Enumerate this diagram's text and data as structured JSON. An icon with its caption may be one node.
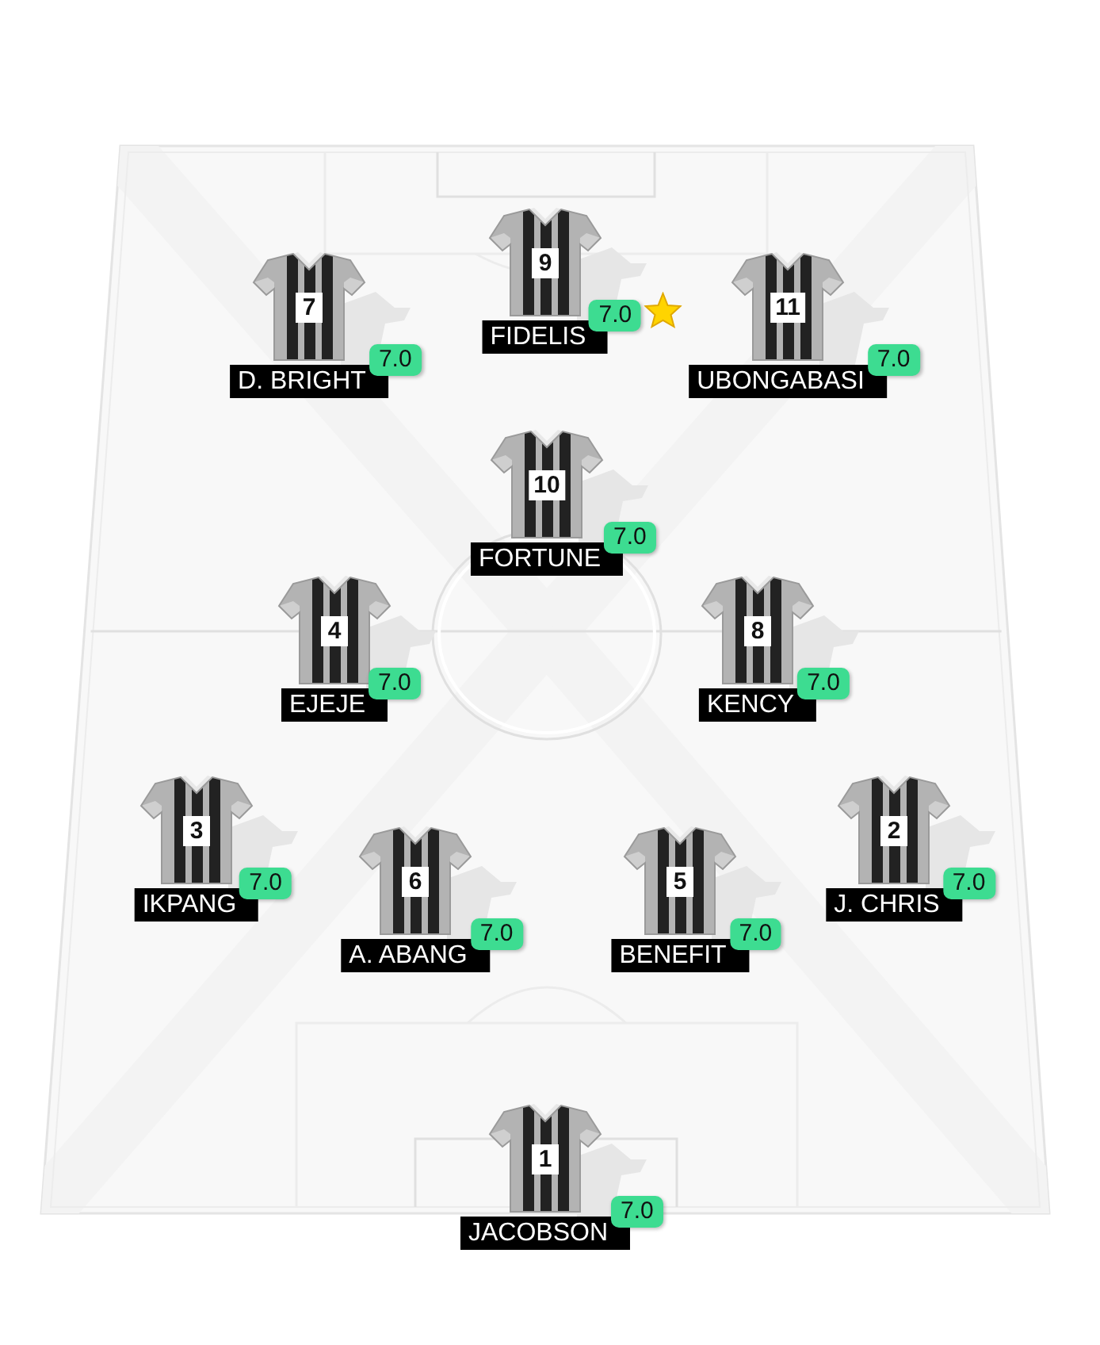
{
  "diagram": {
    "nodes": [
      {
        "text": [
          "7",
          "D. BRIGHT",
          "7.0"
        ]
      },
      {
        "text": [
          "9",
          "FIDELIS",
          "7.0"
        ]
      },
      {
        "text": [
          "11",
          "UBONGABASI",
          "7.0"
        ]
      },
      {
        "text": [
          "10",
          "FORTUNE",
          "7.0"
        ]
      },
      {
        "text": [
          "4",
          "EJEJE",
          "7.0"
        ]
      },
      {
        "text": [
          "8",
          "KENCY",
          "7.0"
        ]
      },
      {
        "text": [
          "3",
          "IKPANG",
          "7.0"
        ]
      },
      {
        "text": [
          "6",
          "A. ABANG",
          "7.0"
        ]
      },
      {
        "text": [
          "5",
          "BENEFIT",
          "7.0"
        ]
      },
      {
        "text": [
          "2",
          "J. CHRIS",
          "7.0"
        ]
      },
      {
        "text": [
          "1",
          "JACOBSON",
          "7.0"
        ]
      }
    ]
  }
}
